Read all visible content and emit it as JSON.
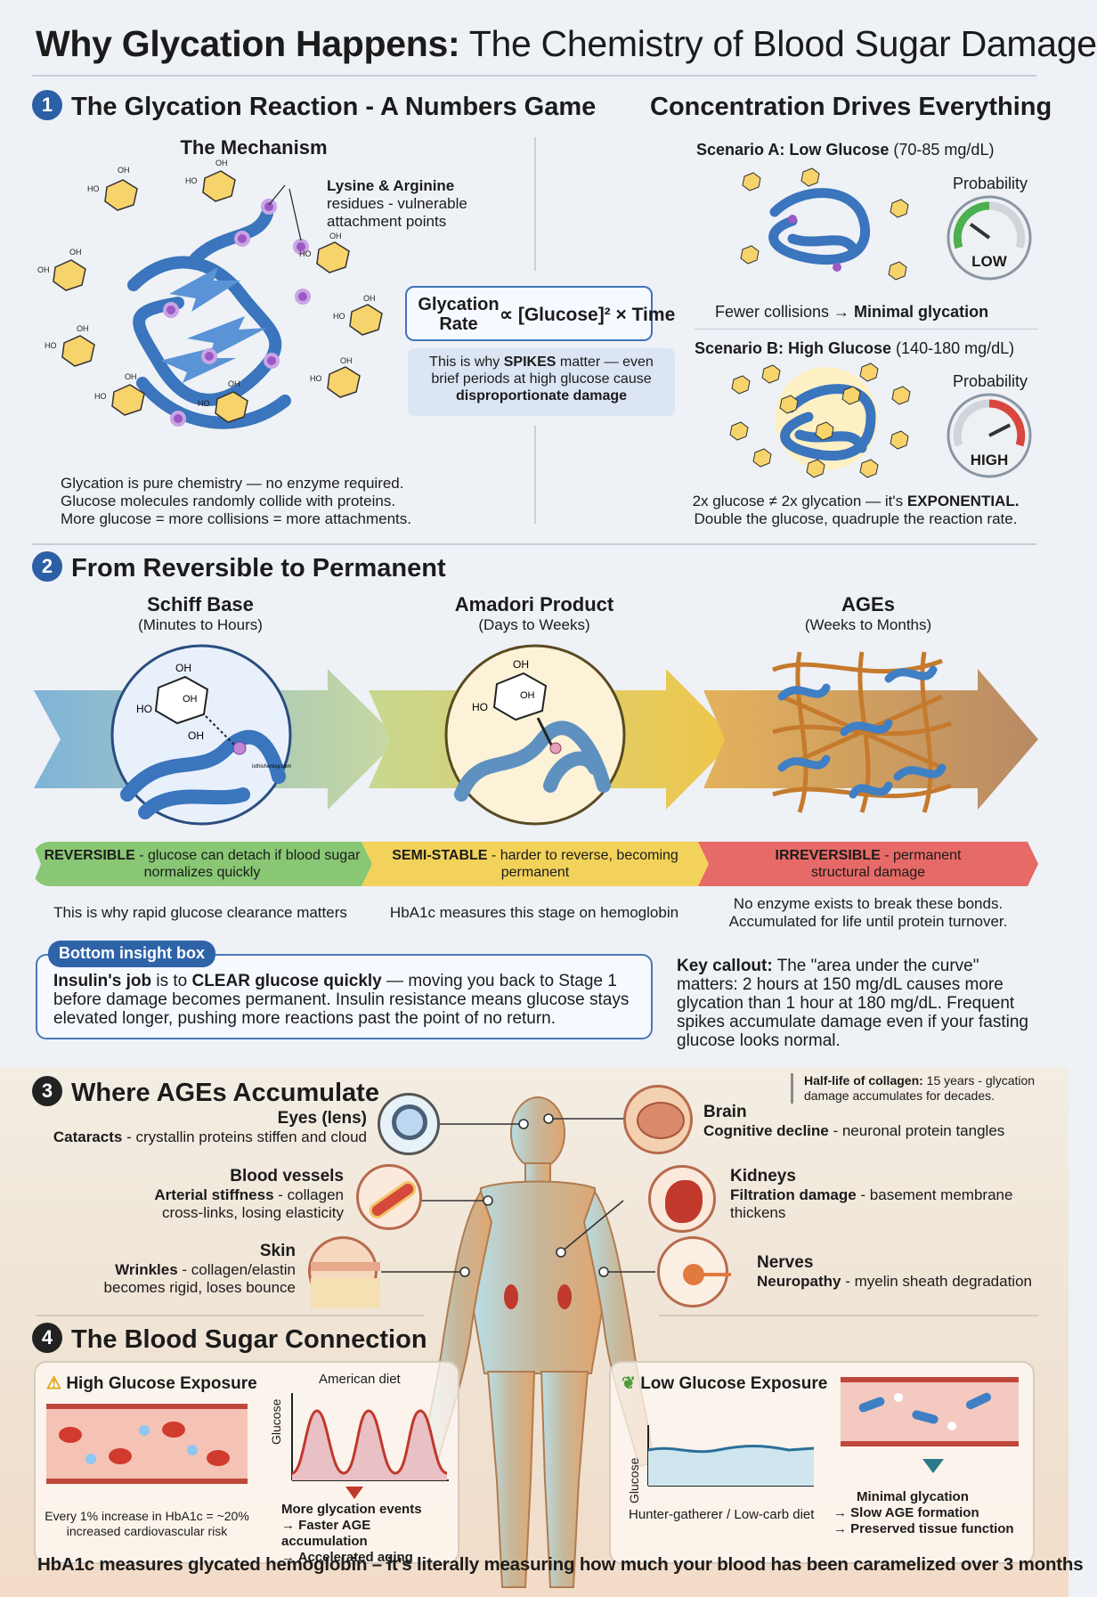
{
  "title": {
    "bold": "Why Glycation Happens:",
    "rest": " The Chemistry of Blood Sugar Damage"
  },
  "s1": {
    "num": "1",
    "heading": "The Glycation Reaction - A Numbers Game",
    "mechanism": "The Mechanism",
    "lysine_bold": "Lysine & Arginine",
    "lysine_rest": "residues - vulnerable attachment points",
    "glucose_labels": [
      "OH",
      "HO",
      "OH"
    ],
    "caption": [
      "Glycation is pure chemistry — no enzyme required.",
      "Glucose molecules randomly collide with proteins.",
      "More glucose = more collisions = more attachments."
    ],
    "formula_left": "Glycation Rate",
    "formula_right": "∝ [Glucose]² × Time",
    "spike_pre": "This is why ",
    "spike_bold": "SPIKES",
    "spike_mid": " matter — even brief periods at high glucose cause ",
    "spike_bold2": "disproportionate damage"
  },
  "conc": {
    "heading": "Concentration Drives Everything",
    "a_bold": "Scenario A: Low Glucose",
    "a_rest": " (70-85 mg/dL)",
    "prob": "Probability",
    "low": "LOW",
    "a_caption_pre": "Fewer collisions → ",
    "a_caption_bold": "Minimal glycation",
    "b_bold": "Scenario B: High Glucose",
    "b_rest": " (140-180 mg/dL)",
    "high": "HIGH",
    "b_cap1_pre": "2x glucose ≠ 2x glycation — it's ",
    "b_cap1_bold": "EXPONENTIAL.",
    "b_cap2": "Double the glucose, quadruple the reaction rate.",
    "gauge_low": 0.2,
    "gauge_high": 0.85
  },
  "s2": {
    "num": "2",
    "heading": "From Reversible to Permanent",
    "stages": [
      {
        "name": "Schiff Base",
        "time": "(Minutes to Hours)",
        "pill_bold": "REVERSIBLE",
        "pill_rest": " - glucose can detach if blood sugar normalizes quickly",
        "note": "This is why rapid glucose clearance matters"
      },
      {
        "name": "Amadori Product",
        "time": "(Days to Weeks)",
        "pill_bold": "SEMI-STABLE",
        "pill_rest": " - harder to reverse, becoming permanent",
        "note": "HbA1c measures this stage on hemoglobin"
      },
      {
        "name": "AGEs",
        "time": "(Weeks to Months)",
        "pill_bold": "IRREVERSIBLE",
        "pill_rest": " - permanent structural damage",
        "note": "No enzyme exists to break these bonds. Accumulated for life until protein turnover."
      }
    ],
    "watermark": "isthisheresy.com",
    "insight_tag": "Bottom insight box",
    "insight_bold": "Insulin's job",
    "insight_mid": " is to ",
    "insight_bold2": "CLEAR glucose quickly",
    "insight_rest": " — moving you back to Stage 1 before damage becomes permanent. Insulin resistance means glucose stays elevated longer, pushing more reactions past the point of no return.",
    "key_bold": "Key callout:",
    "key_rest": " The \"area under the curve\" matters: 2 hours at 150 mg/dL causes more glycation than 1 hour at 180 mg/dL. Frequent spikes accumulate damage even if your fasting glucose looks normal."
  },
  "s3": {
    "num": "3",
    "heading": "Where AGEs Accumulate",
    "halflife_bold": "Half-life of collagen:",
    "halflife_rest": " 15 years - glycation damage accumulates for decades.",
    "eyes": {
      "name": "Eyes (lens)",
      "b": "Cataracts",
      "r": " - crystallin proteins stiffen and cloud"
    },
    "vessels": {
      "name": "Blood vessels",
      "b": "Arterial stiffness",
      "r": " - collagen cross-links, losing elasticity"
    },
    "skin": {
      "name": "Skin",
      "b": "Wrinkles",
      "r": " - collagen/elastin becomes rigid, loses bounce"
    },
    "brain": {
      "name": "Brain",
      "b": "Cognitive decline",
      "r": " - neuronal protein tangles"
    },
    "kidneys": {
      "name": "Kidneys",
      "b": "Filtration damage",
      "r": " - basement membrane thickens"
    },
    "nerves": {
      "name": "Nerves",
      "b": "Neuropathy",
      "r": " - myelin sheath degradation"
    }
  },
  "s4": {
    "num": "4",
    "heading": "The Blood Sugar Connection",
    "high_title": "High Glucose Exposure",
    "american": "American diet",
    "glucose_axis": "Glucose",
    "hba1c_note": "Every 1% increase in HbA1c = ~20% increased cardiovascular risk",
    "high_results": [
      "More glycation events",
      "→ Faster AGE accumulation",
      "→ Accelerated aging"
    ],
    "low_title": "Low Glucose Exposure",
    "hunter": "Hunter-gatherer / Low-carb diet",
    "low_results": [
      "Minimal glycation",
      "→ Slow AGE formation",
      "→ Preserved tissue function"
    ]
  },
  "footer": "HbA1c measures glycated hemoglobin – it's literally measuring how much your blood has been caramelized over 3 months",
  "colors": {
    "accent": "#2b5fa6",
    "green": "#7cc46a",
    "yellow": "#f2cf4e",
    "red": "#e0605f",
    "protein": "#3f7fc4"
  }
}
